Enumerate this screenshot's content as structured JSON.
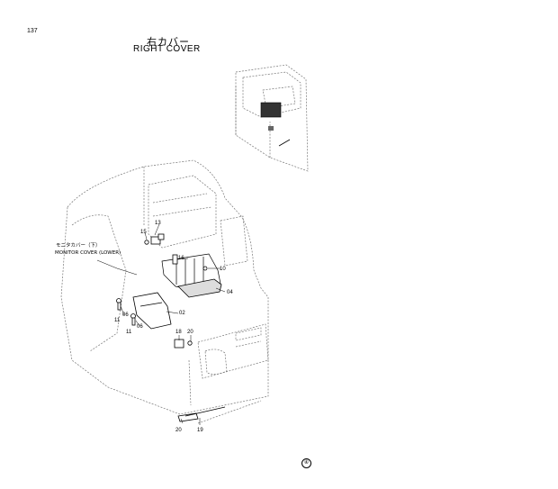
{
  "page": {
    "number": "137"
  },
  "title": {
    "japanese": "右カバー",
    "english": "RIGHT COVER"
  },
  "note": {
    "japanese": "モニタカバー（下）",
    "english": "MONITOR COVER (LOWER)"
  },
  "callouts": {
    "c13": "13",
    "c15": "15",
    "c16": "16",
    "c10": "10",
    "c04": "04",
    "c02": "02",
    "c06a": "06",
    "c11a": "11",
    "c06b": "06",
    "c11b": "11",
    "c18": "18",
    "c20a": "20",
    "c20b": "20",
    "c19": "19"
  },
  "footer": {
    "mark": "④"
  }
}
